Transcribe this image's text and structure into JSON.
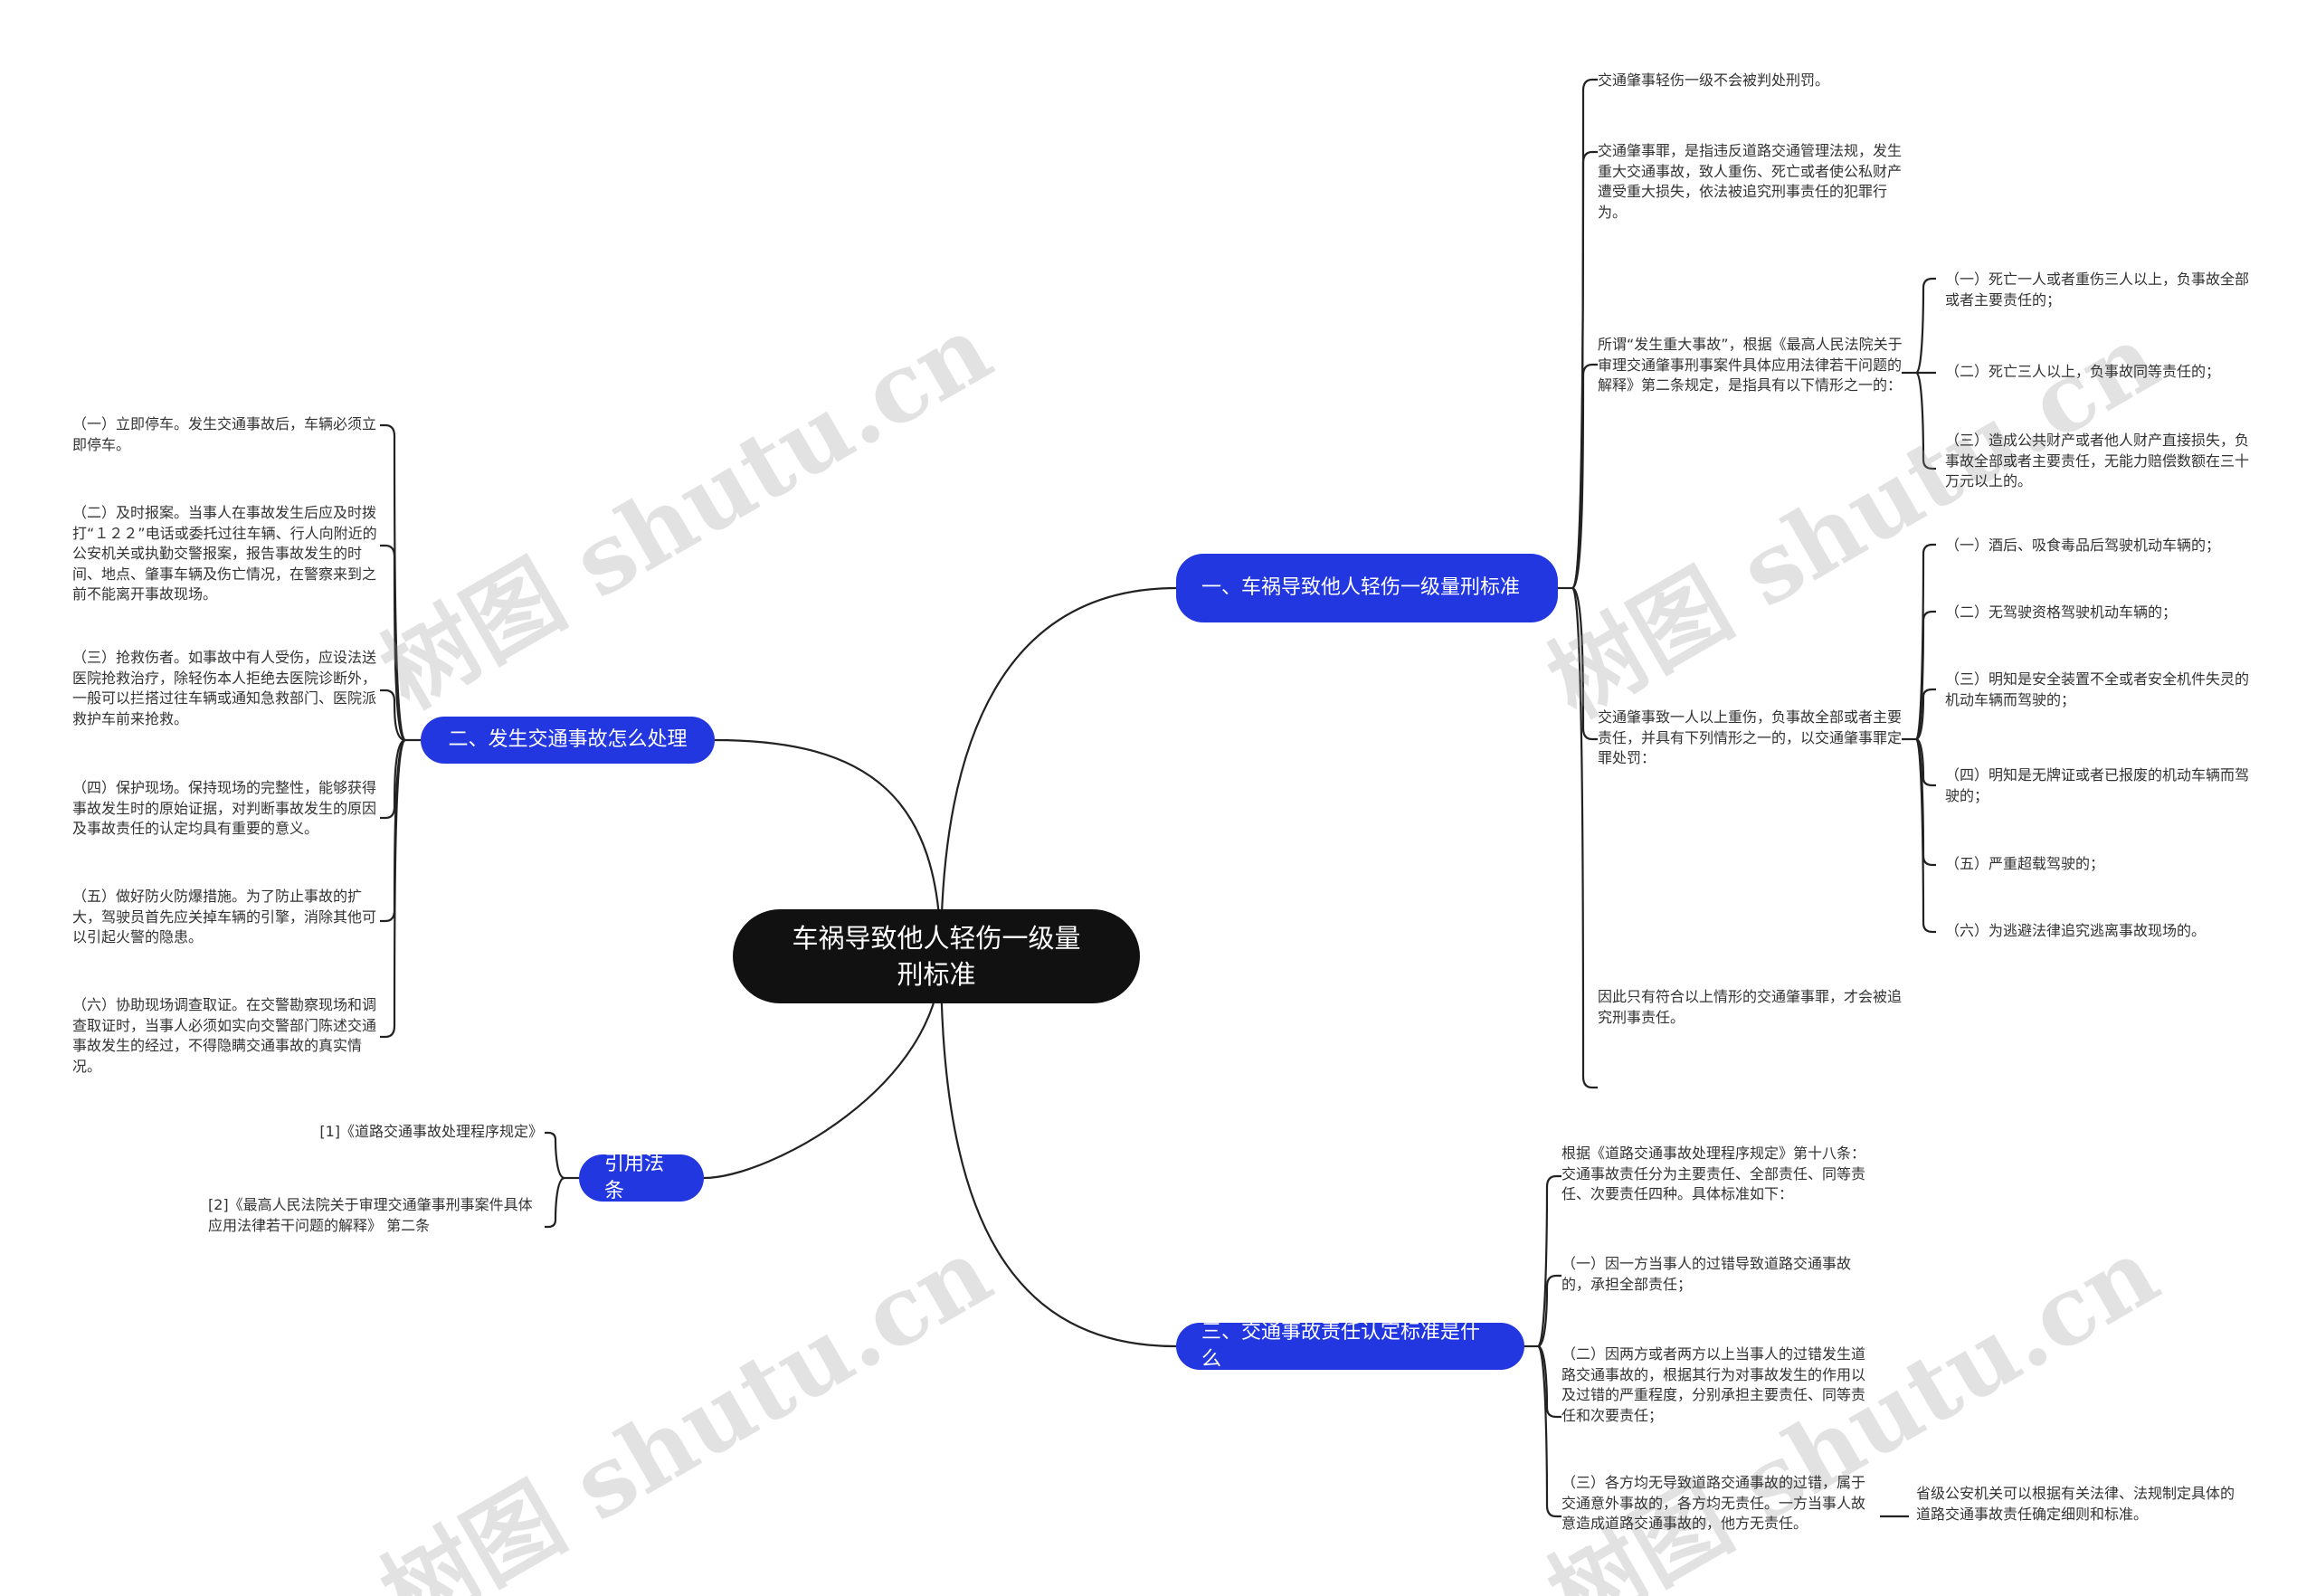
{
  "root": {
    "label": "车祸导致他人轻伤一级量刑标准"
  },
  "branches": {
    "b1": {
      "label": "一、车祸导致他人轻伤一级量刑标准",
      "items": {
        "i1": "交通肇事轻伤一级不会被判处刑罚。",
        "i2": "交通肇事罪，是指违反道路交通管理法规，发生重大交通事故，致人重伤、死亡或者使公私财产遭受重大损失，依法被追究刑事责任的犯罪行为。",
        "i3": "所谓“发生重大事故”，根据《最高人民法院关于审理交通肇事刑事案件具体应用法律若干问题的解释》第二条规定，是指具有以下情形之一的：",
        "i3_sub": [
          "（一）死亡一人或者重伤三人以上，负事故全部或者主要责任的；",
          "（二）死亡三人以上，负事故同等责任的；",
          "（三）造成公共财产或者他人财产直接损失，负事故全部或者主要责任，无能力赔偿数额在三十万元以上的。"
        ],
        "i4": "交通肇事致一人以上重伤，负事故全部或者主要责任，并具有下列情形之一的，以交通肇事罪定罪处罚：",
        "i4_sub": [
          "（一）酒后、吸食毒品后驾驶机动车辆的；",
          "（二）无驾驶资格驾驶机动车辆的；",
          "（三）明知是安全装置不全或者安全机件失灵的机动车辆而驾驶的；",
          "（四）明知是无牌证或者已报废的机动车辆而驾驶的；",
          "（五）严重超载驾驶的；",
          "（六）为逃避法律追究逃离事故现场的。"
        ],
        "i5": "因此只有符合以上情形的交通肇事罪，才会被追究刑事责任。"
      }
    },
    "b2": {
      "label": "二、发生交通事故怎么处理",
      "items": [
        "（一）立即停车。发生交通事故后，车辆必须立即停车。",
        "（二）及时报案。当事人在事故发生后应及时拨打“１２２”电话或委托过往车辆、行人向附近的公安机关或执勤交警报案，报告事故发生的时间、地点、肇事车辆及伤亡情况，在警察来到之前不能离开事故现场。",
        "（三）抢救伤者。如事故中有人受伤，应设法送医院抢救治疗，除轻伤本人拒绝去医院诊断外，一般可以拦搭过往车辆或通知急救部门、医院派救护车前来抢救。",
        "（四）保护现场。保持现场的完整性，能够获得事故发生时的原始证据，对判断事故发生的原因及事故责任的认定均具有重要的意义。",
        "（五）做好防火防爆措施。为了防止事故的扩大，驾驶员首先应关掉车辆的引擎，消除其他可以引起火警的隐患。",
        "（六）协助现场调查取证。在交警勘察现场和调查取证时，当事人必须如实向交警部门陈述交通事故发生的经过，不得隐瞒交通事故的真实情况。"
      ]
    },
    "b3": {
      "label": "引用法条",
      "items": [
        "[1]《道路交通事故处理程序规定》",
        "[2]《最高人民法院关于审理交通肇事刑事案件具体应用法律若干问题的解释》 第二条"
      ]
    },
    "b4": {
      "label": "三、交通事故责任认定标准是什么",
      "items": [
        "根据《道路交通事故处理程序规定》第十八条：交通事故责任分为主要责任、全部责任、同等责任、次要责任四种。具体标准如下：",
        "（一）因一方当事人的过错导致道路交通事故的，承担全部责任；",
        "（二）因两方或者两方以上当事人的过错发生道路交通事故的，根据其行为对事故发生的作用以及过错的严重程度，分别承担主要责任、同等责任和次要责任；",
        "（三）各方均无导致道路交通事故的过错，属于交通意外事故的，各方均无责任。一方当事人故意造成道路交通事故的，他方无责任。"
      ],
      "item4_sub": "省级公安机关可以根据有关法律、法规制定具体的道路交通事故责任确定细则和标准。"
    }
  },
  "watermark": "树图 shutu.cn"
}
